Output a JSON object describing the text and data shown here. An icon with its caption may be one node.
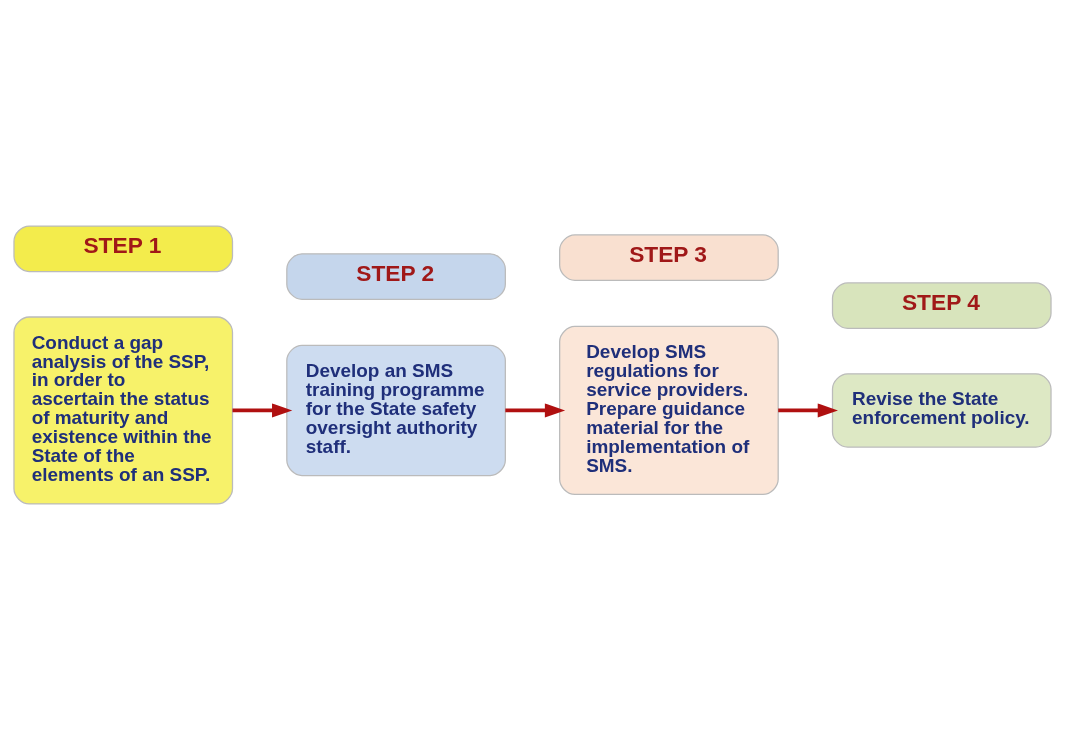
{
  "diagram": {
    "nodes": [
      {
        "text": [
          "STEP 1"
        ]
      },
      {
        "text": [
          "Conduct a gap analysis of the SSP, in order to ascertain the status of maturity and existence within the State of the elements of an SSP."
        ]
      },
      {
        "text": [
          "STEP 2"
        ]
      },
      {
        "text": [
          "Develop an SMS training programme for the State safety oversight authority staff."
        ]
      },
      {
        "text": [
          "STEP 3"
        ]
      },
      {
        "text": [
          "Develop SMS regulations for service providers.",
          "Prepare guidance material for the implementation of SMS."
        ]
      },
      {
        "text": [
          "STEP 4"
        ]
      },
      {
        "text": [
          "Revise the State enforcement policy."
        ]
      }
    ],
    "edges": [
      {
        "from": 1,
        "to": 3,
        "arrow": "to"
      },
      {
        "from": 3,
        "to": 5,
        "arrow": "to"
      },
      {
        "from": 5,
        "to": 7,
        "arrow": "to"
      }
    ]
  }
}
